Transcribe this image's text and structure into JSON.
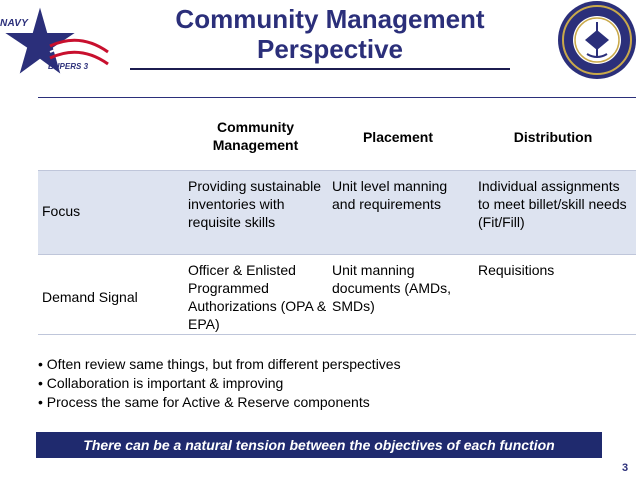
{
  "logo": {
    "top": "NAVY",
    "bottom": "BUPERS 3"
  },
  "title": {
    "line1": "Community Management",
    "line2": "Perspective"
  },
  "table": {
    "headers": [
      "Community Management",
      "Placement",
      "Distribution"
    ],
    "rows": [
      {
        "label": "Focus",
        "cells": [
          "Providing sustainable inventories with requisite skills",
          "Unit level manning and requirements",
          "Individual assignments to meet billet/skill needs (Fit/Fill)"
        ]
      },
      {
        "label": "Demand Signal",
        "cells": [
          "Officer & Enlisted Programmed Authorizations (OPA & EPA)",
          "Unit manning documents (AMDs, SMDs)",
          "Requisitions"
        ]
      }
    ]
  },
  "bullets": [
    "• Often review same things, but from different perspectives",
    "• Collaboration is important & improving",
    "• Process the same for Active & Reserve components"
  ],
  "banner": "There can be a natural tension between the objectives of each function",
  "page_number": "3",
  "colors": {
    "navy_text": "#2b2f7a",
    "banner_bg": "#1f2a6e",
    "row_shade": "#dde3f0"
  }
}
